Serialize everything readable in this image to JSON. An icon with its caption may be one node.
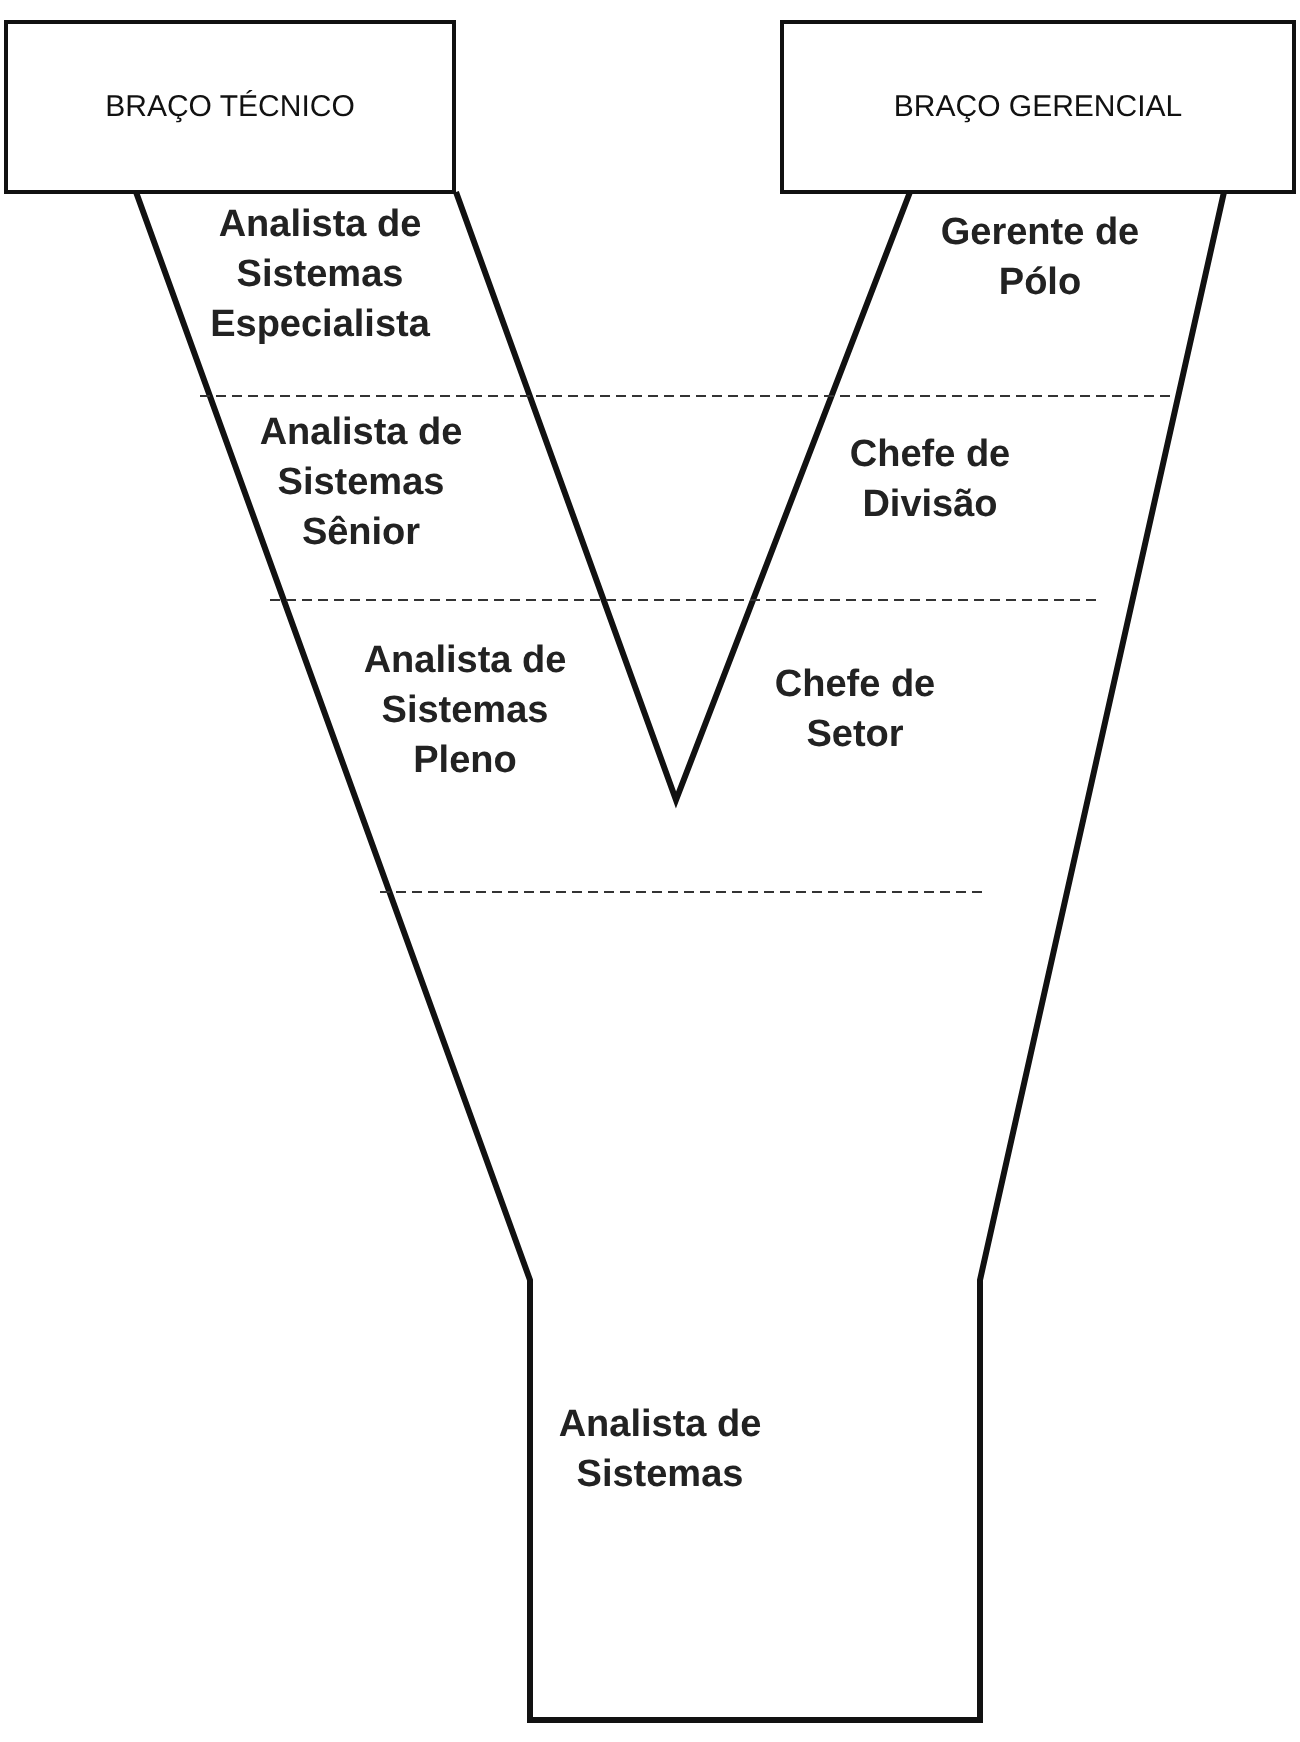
{
  "diagram": {
    "nodes": [
      {
        "text": [
          "BRAÇO TÉCNICO"
        ]
      },
      {
        "text": [
          "BRAÇO GERENCIAL"
        ]
      }
    ],
    "labels": [
      "Analista de Sistemas Especialista",
      "Gerente de Pólo",
      "Analista de Sistemas Sênior",
      "Chefe de Divisão",
      "Analista de Sistemas Pleno",
      "Chefe de Setor",
      "Analista de Sistemas"
    ]
  }
}
